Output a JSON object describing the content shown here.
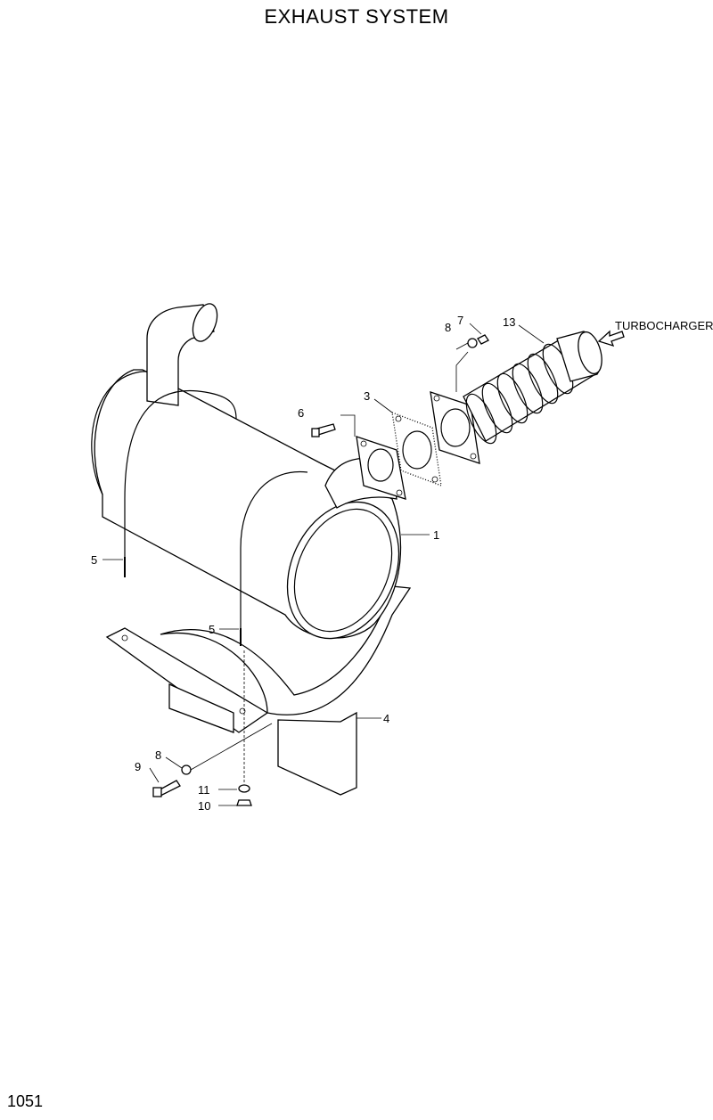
{
  "title": "EXHAUST SYSTEM",
  "page_number": "1051",
  "direction_label": "TURBOCHARGER",
  "callouts": {
    "muffler": "1",
    "gasket": "3",
    "bracket": "4",
    "u_bolt_left": "5",
    "u_bolt_right": "5",
    "bolt_flange": "6",
    "nut_upper": "7",
    "washer_upper": "8",
    "washer_lower": "8",
    "bolt_lower": "9",
    "nut_lower": "10",
    "washer_spring": "11",
    "bellows_pipe": "13"
  }
}
